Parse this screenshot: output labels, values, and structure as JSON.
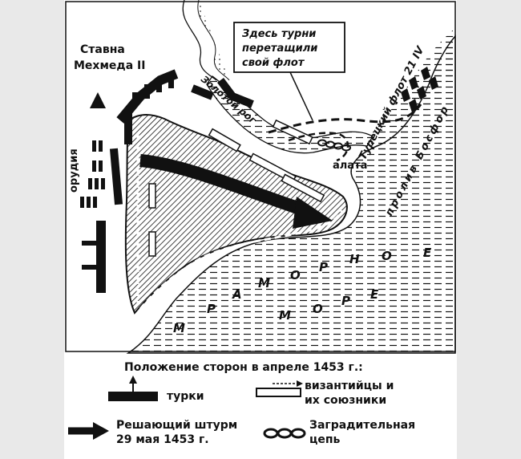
{
  "map": {
    "note_line1": "Здесь турни",
    "note_line2": "перетащили",
    "note_line3": "свой флот",
    "camp_line1": "Ставна",
    "camp_line2": "Мехмеда II",
    "guns": "орудия",
    "golden_horn": "Золотой рог",
    "galata": "алата",
    "turkish_fleet": "Турецкий флот 21 IV",
    "bosporus": "пролив Босфор",
    "sea_letters": [
      "М",
      "Р",
      "А",
      "М",
      "О",
      "Р",
      "Н",
      "О",
      "Е",
      "М",
      "О",
      "Р",
      "Е"
    ]
  },
  "legend": {
    "title": "Положение сторон в апреле 1453 г.:",
    "turks": "турки",
    "byzantines_line1": "византийцы и",
    "byzantines_line2": "их союзники",
    "assault_line1": "Решающий штурм",
    "assault_line2": "29 мая 1453 г.",
    "chain_line1": "Заградительная",
    "chain_line2": "цепь"
  }
}
